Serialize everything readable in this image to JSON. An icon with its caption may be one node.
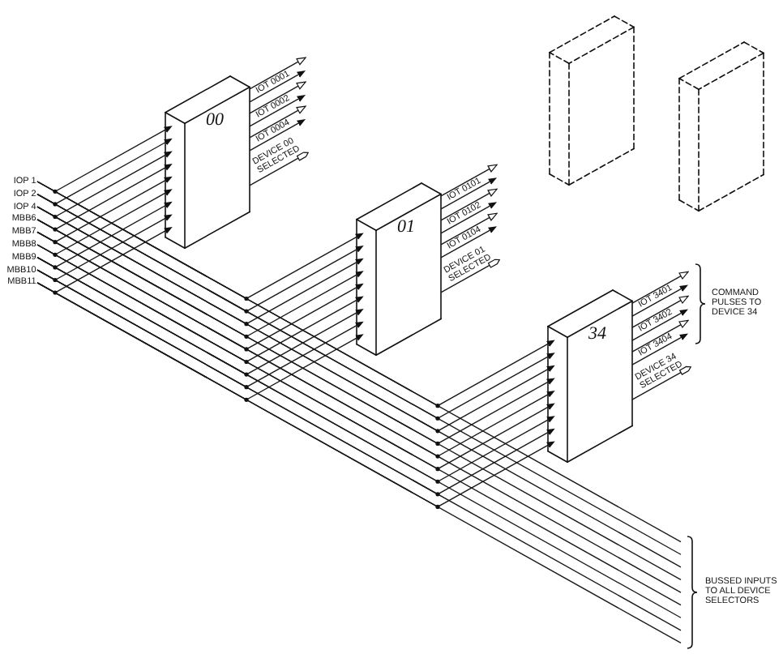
{
  "diagram": {
    "nodes": [
      {
        "text": [
          "IOP 1"
        ]
      },
      {
        "text": [
          "IOP 2"
        ]
      },
      {
        "text": [
          "IOP 4"
        ]
      },
      {
        "text": [
          "MBB6"
        ]
      },
      {
        "text": [
          "MBB7"
        ]
      },
      {
        "text": [
          "MBB8"
        ]
      },
      {
        "text": [
          "MBB9"
        ]
      },
      {
        "text": [
          "MBB10"
        ]
      },
      {
        "text": [
          "MBB11"
        ]
      },
      {
        "text": [
          "00"
        ]
      },
      {
        "text": [
          "01"
        ]
      },
      {
        "text": [],
        "shape": "box"
      },
      {
        "text": [
          "34"
        ]
      },
      {
        "text": [],
        "shape": "box"
      }
    ],
    "edges": [
      {
        "from": 0,
        "to": 9,
        "arrow": "to"
      },
      {
        "from": 1,
        "to": 9,
        "arrow": "to"
      },
      {
        "from": 2,
        "to": 9,
        "arrow": "to"
      },
      {
        "from": 3,
        "to": 9,
        "arrow": "to"
      },
      {
        "from": 4,
        "to": 9,
        "arrow": "to"
      },
      {
        "from": 5,
        "to": 9,
        "arrow": "to"
      },
      {
        "from": 6,
        "to": 9,
        "arrow": "to"
      },
      {
        "from": 7,
        "to": 9,
        "arrow": "to"
      },
      {
        "from": 8,
        "to": 9,
        "arrow": "to"
      },
      {
        "from": 0,
        "to": 10,
        "arrow": "to"
      },
      {
        "from": 1,
        "to": 10,
        "arrow": "to"
      },
      {
        "from": 2,
        "to": 10,
        "arrow": "to"
      },
      {
        "from": 3,
        "to": 10,
        "arrow": "to"
      },
      {
        "from": 4,
        "to": 10,
        "arrow": "to"
      },
      {
        "from": 5,
        "to": 10,
        "arrow": "to"
      },
      {
        "from": 6,
        "to": 10,
        "arrow": "to"
      },
      {
        "from": 7,
        "to": 10,
        "arrow": "to"
      },
      {
        "from": 8,
        "to": 10,
        "arrow": "to"
      },
      {
        "from": 0,
        "to": 12,
        "arrow": "to"
      },
      {
        "from": 1,
        "to": 12,
        "arrow": "to"
      },
      {
        "from": 2,
        "to": 12,
        "arrow": "to"
      },
      {
        "from": 3,
        "to": 12,
        "arrow": "to"
      },
      {
        "from": 4,
        "to": 12,
        "arrow": "to"
      },
      {
        "from": 5,
        "to": 12,
        "arrow": "to"
      },
      {
        "from": 6,
        "to": 12,
        "arrow": "to"
      },
      {
        "from": 7,
        "to": 12,
        "arrow": "to"
      },
      {
        "from": 8,
        "to": 12,
        "arrow": "to"
      },
      {
        "from": 0,
        "to": null,
        "arrow": "none"
      },
      {
        "from": 1,
        "to": null,
        "arrow": "none"
      },
      {
        "from": 2,
        "to": null,
        "arrow": "none"
      },
      {
        "from": 3,
        "to": null,
        "arrow": "none"
      },
      {
        "from": 4,
        "to": null,
        "arrow": "none"
      },
      {
        "from": 5,
        "to": null,
        "arrow": "none"
      },
      {
        "from": 6,
        "to": null,
        "arrow": "none"
      },
      {
        "from": 7,
        "to": null,
        "arrow": "none"
      },
      {
        "from": 8,
        "to": null,
        "arrow": "none"
      },
      {
        "from": 9,
        "to": null,
        "arrow": "to",
        "label": "IOT 0001"
      },
      {
        "from": 9,
        "to": null,
        "arrow": "to"
      },
      {
        "from": 9,
        "to": null,
        "arrow": "to",
        "label": "IOT 0002"
      },
      {
        "from": 9,
        "to": null,
        "arrow": "to"
      },
      {
        "from": 9,
        "to": null,
        "arrow": "to",
        "label": "IOT 0004"
      },
      {
        "from": 9,
        "to": null,
        "arrow": "to"
      },
      {
        "from": 9,
        "to": null,
        "arrow": "to",
        "label": "DEVICE 00 SELECTED"
      },
      {
        "from": 10,
        "to": null,
        "arrow": "to",
        "label": "IOT 0101"
      },
      {
        "from": 10,
        "to": null,
        "arrow": "to"
      },
      {
        "from": 10,
        "to": null,
        "arrow": "to",
        "label": "IOT 0102"
      },
      {
        "from": 10,
        "to": null,
        "arrow": "to"
      },
      {
        "from": 10,
        "to": null,
        "arrow": "to",
        "label": "IOT 0104"
      },
      {
        "from": 10,
        "to": null,
        "arrow": "to"
      },
      {
        "from": 10,
        "to": null,
        "arrow": "to",
        "label": "DEVICE 01 SELECTED"
      },
      {
        "from": 12,
        "to": null,
        "arrow": "to",
        "label": "IOT 3401"
      },
      {
        "from": 12,
        "to": null,
        "arrow": "to"
      },
      {
        "from": 12,
        "to": null,
        "arrow": "to",
        "label": "IOT 3402"
      },
      {
        "from": 12,
        "to": null,
        "arrow": "to"
      },
      {
        "from": 12,
        "to": null,
        "arrow": "to",
        "label": "IOT 3404"
      },
      {
        "from": 12,
        "to": null,
        "arrow": "to"
      },
      {
        "from": 12,
        "to": null,
        "arrow": "to",
        "label": "DEVICE 34 SELECTED"
      }
    ],
    "labels": [
      "COMMAND PULSES TO DEVICE 34",
      "BUSSED INPUTS TO ALL DEVICE SELECTORS"
    ]
  }
}
